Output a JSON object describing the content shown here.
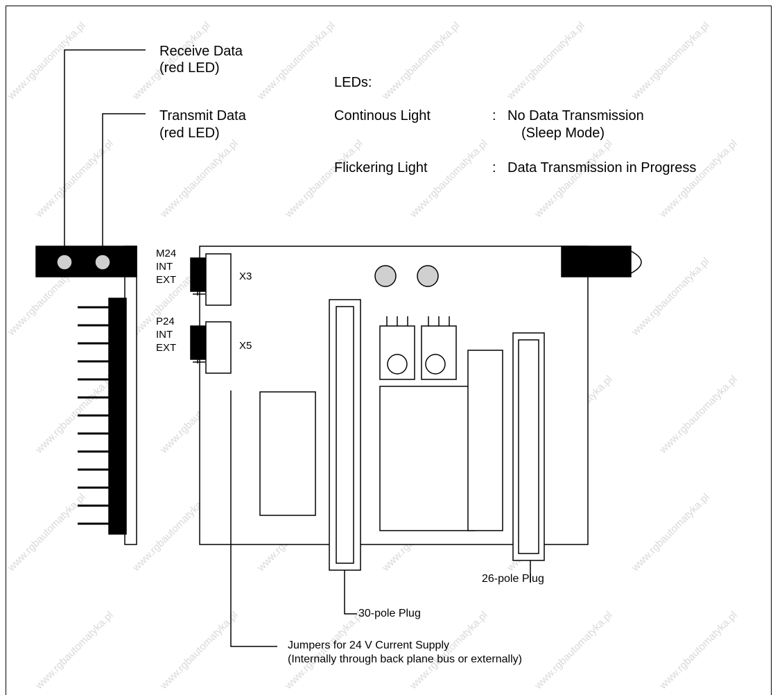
{
  "watermark": "www.rgbautomatyka.pl",
  "labels": {
    "receive_data": "Receive Data",
    "receive_data_sub": "(red LED)",
    "transmit_data": "Transmit Data",
    "transmit_data_sub": "(red LED)",
    "m24": "M24",
    "int1": "INT",
    "ext1": "EXT",
    "x3": "X3",
    "p24": "P24",
    "int2": "INT",
    "ext2": "EXT",
    "x5": "X5",
    "plug30": "30-pole Plug",
    "plug26": "26-pole Plug",
    "jumpers": "Jumpers for 24 V Current Supply",
    "jumpers_sub": "(Internally through back plane bus or externally)"
  },
  "legend": {
    "title": "LEDs:",
    "rows": [
      {
        "label": "Continous Light",
        "sep": ":",
        "value": "No Data Transmission",
        "value2": "(Sleep Mode)"
      },
      {
        "label": "Flickering Light",
        "sep": ":",
        "value": "Data Transmission in Progress",
        "value2": ""
      }
    ]
  }
}
